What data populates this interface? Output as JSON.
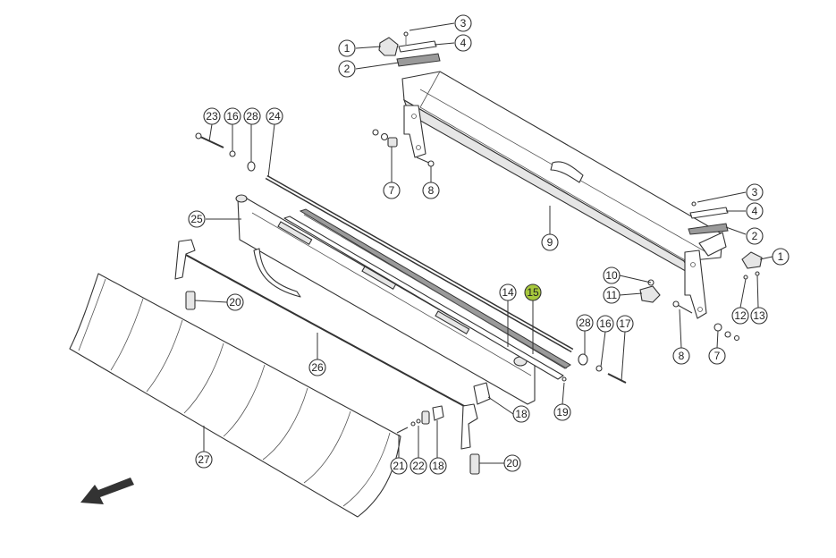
{
  "diagram": {
    "highlight_color": "#a7c83c",
    "callouts": [
      {
        "id": "c1a",
        "label": "1"
      },
      {
        "id": "c2a",
        "label": "2"
      },
      {
        "id": "c3a",
        "label": "3"
      },
      {
        "id": "c4a",
        "label": "4"
      },
      {
        "id": "c3b",
        "label": "3"
      },
      {
        "id": "c4b",
        "label": "4"
      },
      {
        "id": "c2b",
        "label": "2"
      },
      {
        "id": "c1b",
        "label": "1"
      },
      {
        "id": "c7a",
        "label": "7"
      },
      {
        "id": "c8a",
        "label": "8"
      },
      {
        "id": "c9",
        "label": "9"
      },
      {
        "id": "c10",
        "label": "10"
      },
      {
        "id": "c11",
        "label": "11"
      },
      {
        "id": "c12",
        "label": "12"
      },
      {
        "id": "c13",
        "label": "13"
      },
      {
        "id": "c8b",
        "label": "8"
      },
      {
        "id": "c7b",
        "label": "7"
      },
      {
        "id": "c23",
        "label": "23"
      },
      {
        "id": "c16a",
        "label": "16"
      },
      {
        "id": "c28a",
        "label": "28"
      },
      {
        "id": "c24",
        "label": "24"
      },
      {
        "id": "c25",
        "label": "25"
      },
      {
        "id": "c14",
        "label": "14"
      },
      {
        "id": "c15",
        "label": "15",
        "highlighted": true
      },
      {
        "id": "c28b",
        "label": "28"
      },
      {
        "id": "c16b",
        "label": "16"
      },
      {
        "id": "c17",
        "label": "17"
      },
      {
        "id": "c20a",
        "label": "20"
      },
      {
        "id": "c26",
        "label": "26"
      },
      {
        "id": "c18a",
        "label": "18"
      },
      {
        "id": "c19",
        "label": "19"
      },
      {
        "id": "c27",
        "label": "27"
      },
      {
        "id": "c21",
        "label": "21"
      },
      {
        "id": "c22",
        "label": "22"
      },
      {
        "id": "c18b",
        "label": "18"
      },
      {
        "id": "c20b",
        "label": "20"
      }
    ]
  }
}
